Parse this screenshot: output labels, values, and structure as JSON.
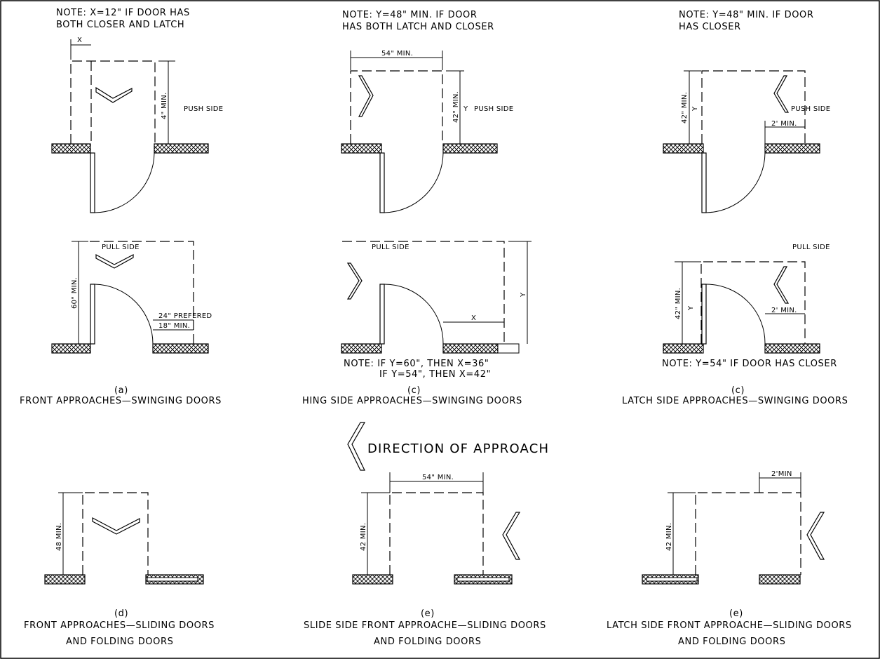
{
  "notes": {
    "a_top": [
      "NOTE: X=12\" IF DOOR HAS",
      "BOTH CLOSER AND LATCH"
    ],
    "c_top_hinge": [
      "NOTE: Y=48\" MIN. IF DOOR",
      "HAS BOTH  LATCH AND CLOSER"
    ],
    "c_top_latch": [
      "NOTE: Y=48\" MIN. IF DOOR",
      "HAS CLOSER"
    ],
    "hinge_pull": [
      "NOTE: IF Y=60\", THEN X=36\"",
      "IF Y=54\", THEN X=42\""
    ],
    "latch_pull": "NOTE: Y=54\" IF DOOR HAS CLOSER"
  },
  "dims": {
    "x": "X",
    "y": "Y",
    "four_min": "4\" MIN.",
    "fiftyfour_min": "54\" MIN.",
    "fortytwo_min": "42\" MIN.",
    "two_min": "2' MIN.",
    "sixty_min": "60\" MIN.",
    "twentyfour_pref": "24\" PREFERED",
    "eighteen_min": "18\" MIN.",
    "fortyeight_min": "48 MIN.",
    "fortytwo_plain": "42 MIN.",
    "two_min_nospace": "2'MIN"
  },
  "sides": {
    "push": "PUSH SIDE",
    "pull": "PULL SIDE"
  },
  "captions": [
    {
      "letter": "(a)",
      "title": "FRONT APPROACHES—SWINGING DOORS"
    },
    {
      "letter": "(c)",
      "title": "HING SIDE APPROACHES—SWINGING DOORS"
    },
    {
      "letter": "(c)",
      "title": "LATCH SIDE APPROACHES—SWINGING DOORS"
    },
    {
      "letter": "(d)",
      "title": "FRONT APPROACHES—SLIDING DOORS",
      "sub": "AND FOLDING DOORS"
    },
    {
      "letter": "(e)",
      "title": "SLIDE SIDE FRONT APPROACHE—SLIDING DOORS",
      "sub": "AND FOLDING DOORS"
    },
    {
      "letter": "(e)",
      "title": "LATCH SIDE FRONT APPROACHE—SLIDING DOORS",
      "sub": "AND FOLDING DOORS"
    }
  ],
  "legend": {
    "direction": "DIRECTION OF APPROACH"
  }
}
